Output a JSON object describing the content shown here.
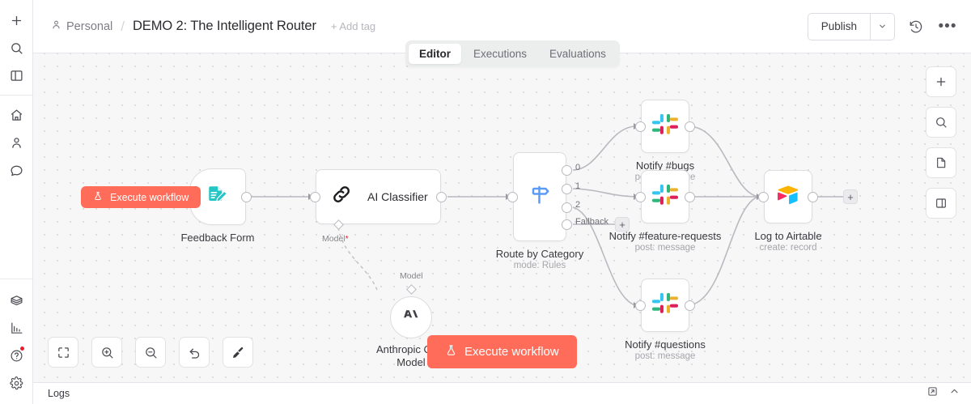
{
  "sidebar": {
    "items": [
      {
        "name": "add-icon",
        "label": "Add"
      },
      {
        "name": "search-icon",
        "label": "Search"
      },
      {
        "name": "panel-icon",
        "label": "Overview"
      },
      {
        "name": "home-icon",
        "label": "Home"
      },
      {
        "name": "user-icon",
        "label": "Personal"
      },
      {
        "name": "chat-icon",
        "label": "Assistant"
      },
      {
        "name": "package-icon",
        "label": "Templates"
      },
      {
        "name": "bar-chart-icon",
        "label": "Insights"
      },
      {
        "name": "help-icon",
        "label": "Help"
      },
      {
        "name": "gear-icon",
        "label": "Settings"
      }
    ]
  },
  "topbar": {
    "breadcrumb_project": "Personal",
    "breadcrumb_separator": "/",
    "workflow_title": "DEMO 2: The Intelligent Router",
    "add_tag_label": "+ Add tag",
    "publish_label": "Publish",
    "caret_glyph": "⌄",
    "history_icon": "history-icon",
    "more_glyph": "•••"
  },
  "tabs": [
    {
      "label": "Editor",
      "active": true
    },
    {
      "label": "Executions",
      "active": false
    },
    {
      "label": "Evaluations",
      "active": false
    }
  ],
  "canvas": {
    "execute_small_label": "Execute workflow",
    "execute_big_label": "Execute workflow",
    "nodes": [
      {
        "id": "feedback-form",
        "title": "Feedback Form",
        "subtitle": "",
        "icon": "form-pencil-icon"
      },
      {
        "id": "ai-classifier",
        "title": "AI Classifier",
        "subtitle": "",
        "icon": "chain-link-icon",
        "connector_label": "Model",
        "connector_required": "*"
      },
      {
        "id": "route-by-category",
        "title": "Route by Category",
        "subtitle": "mode: Rules",
        "icon": "signpost-icon",
        "outputs": [
          "0",
          "1",
          "2",
          "Fallback"
        ]
      },
      {
        "id": "notify-bugs",
        "title": "Notify #bugs",
        "subtitle": "post: message",
        "icon": "slack-icon"
      },
      {
        "id": "notify-feature-requests",
        "title": "Notify #feature-requests",
        "subtitle": "post: message",
        "icon": "slack-icon"
      },
      {
        "id": "notify-questions",
        "title": "Notify #questions",
        "subtitle": "post: message",
        "icon": "slack-icon"
      },
      {
        "id": "log-to-airtable",
        "title": "Log to Airtable",
        "subtitle": "create: record",
        "icon": "airtable-icon"
      },
      {
        "id": "anthropic-chat-model",
        "title": "Anthropic Chat",
        "title2": "Model",
        "subtitle": "",
        "icon": "anthropic-icon",
        "connector_label": "Model"
      }
    ],
    "controls": [
      {
        "name": "fit-view-button",
        "icon": "fit-view-icon"
      },
      {
        "name": "zoom-in-button",
        "icon": "zoom-in-icon"
      },
      {
        "name": "zoom-out-button",
        "icon": "zoom-out-icon"
      },
      {
        "name": "reset-zoom-button",
        "icon": "undo-icon"
      },
      {
        "name": "tidy-up-button",
        "icon": "broom-icon"
      }
    ],
    "right_controls": [
      {
        "name": "add-node-button",
        "icon": "plus-icon"
      },
      {
        "name": "search-nodes-button",
        "icon": "search-icon"
      },
      {
        "name": "add-sticky-button",
        "icon": "sticky-note-icon"
      },
      {
        "name": "toggle-panel-button",
        "icon": "panel-icon"
      }
    ],
    "plus_glyph": "+"
  },
  "logs": {
    "title": "Logs",
    "popout_icon": "popout-icon",
    "chevron_glyph": "⌃"
  },
  "colors": {
    "accent_coral": "#ff6d5a",
    "canvas_bg": "#f7f7f7",
    "teal": "#26c5c5",
    "router_blue": "#5b9bf8",
    "notify_red": "#ea1d2c"
  }
}
